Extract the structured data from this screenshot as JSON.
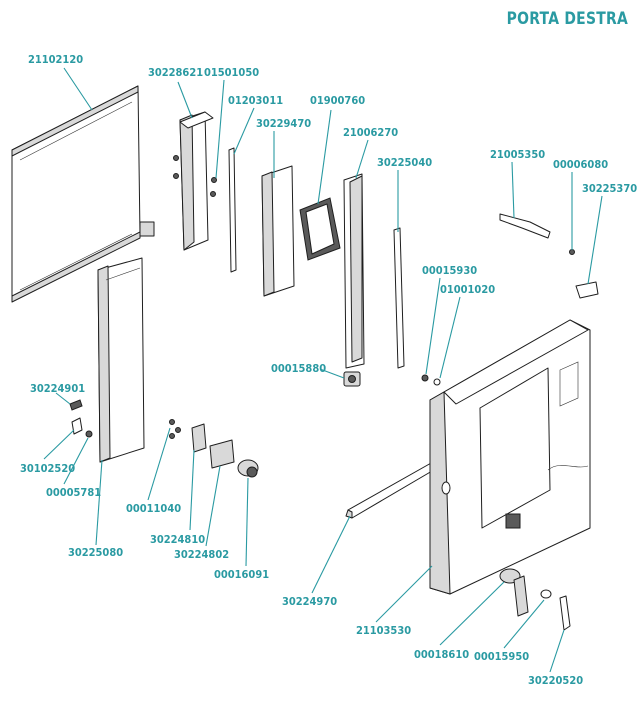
{
  "title": "PORTA DESTRA",
  "labels": [
    {
      "id": "21102120",
      "text": "21102120"
    },
    {
      "id": "30228621",
      "text": "30228621"
    },
    {
      "id": "01501050",
      "text": "01501050"
    },
    {
      "id": "01203011",
      "text": "01203011"
    },
    {
      "id": "30229470",
      "text": "30229470"
    },
    {
      "id": "01900760",
      "text": "01900760"
    },
    {
      "id": "21006270",
      "text": "21006270"
    },
    {
      "id": "30225040",
      "text": "30225040"
    },
    {
      "id": "21005350",
      "text": "21005350"
    },
    {
      "id": "00006080",
      "text": "00006080"
    },
    {
      "id": "30225370",
      "text": "30225370"
    },
    {
      "id": "00015930",
      "text": "00015930"
    },
    {
      "id": "01001020",
      "text": "01001020"
    },
    {
      "id": "00015880",
      "text": "00015880"
    },
    {
      "id": "30224901",
      "text": "30224901"
    },
    {
      "id": "30102520",
      "text": "30102520"
    },
    {
      "id": "00005781",
      "text": "00005781"
    },
    {
      "id": "00011040",
      "text": "00011040"
    },
    {
      "id": "30224810",
      "text": "30224810"
    },
    {
      "id": "30224802",
      "text": "30224802"
    },
    {
      "id": "00016091",
      "text": "00016091"
    },
    {
      "id": "30225080",
      "text": "30225080"
    },
    {
      "id": "30224970",
      "text": "30224970"
    },
    {
      "id": "21103530",
      "text": "21103530"
    },
    {
      "id": "00018610",
      "text": "00018610"
    },
    {
      "id": "00015950",
      "text": "00015950"
    },
    {
      "id": "30220520",
      "text": "30220520"
    }
  ],
  "colors": {
    "accent": "#2a9aa2",
    "line": "#1f1f1f"
  }
}
